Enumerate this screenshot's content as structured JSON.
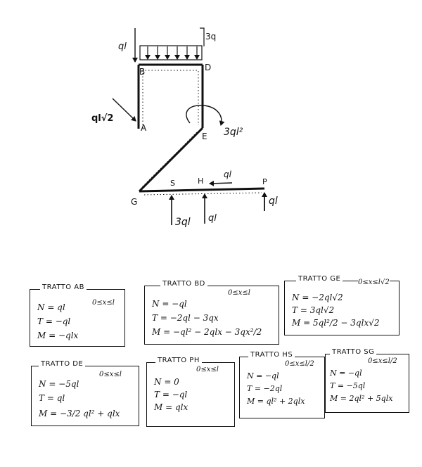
{
  "diagram": {
    "nodes": {
      "A": "A",
      "B": "B",
      "D": "D",
      "E": "E",
      "G": "G",
      "S": "S",
      "H": "H",
      "P": "P"
    },
    "loads": {
      "distributed_left": "ql",
      "distributed_resultant": "3q",
      "inclined_force": "ql√2",
      "moment": "3ql²",
      "force_H": "ql",
      "force_P": "ql",
      "reaction_S": "3ql",
      "reaction_H": "ql"
    }
  },
  "sections": [
    {
      "title": "TRATTO AB",
      "range": "0≤x≤l",
      "N": "N = ql",
      "T": "T = −ql",
      "M": "M = −qlx"
    },
    {
      "title": "TRATTO BD",
      "range": "0≤x≤l",
      "N": "N = −ql",
      "T": "T = −2ql − 3qx",
      "M": "M = −ql² − 2qlx − 3qx²/2"
    },
    {
      "title": "TRATTO GE",
      "range": "0≤x≤l√2",
      "N": "N = −2ql√2",
      "T": "T = 3ql√2",
      "M": "M = 5ql²/2 − 3qlx√2"
    },
    {
      "title": "TRATTO DE",
      "range": "0≤x≤l",
      "N": "N = −5ql",
      "T": "T = ql",
      "M": "M = −3/2 ql² + qlx"
    },
    {
      "title": "TRATTO PH",
      "range": "0≤x≤l",
      "N": "N = 0",
      "T": "T = −ql",
      "M": "M = qlx"
    },
    {
      "title": "TRATTO HS",
      "range": "0≤x≤l/2",
      "N": "N = −ql",
      "T": "T = −2ql",
      "M": "M = ql² + 2qlx"
    },
    {
      "title": "TRATTO SG",
      "range": "0≤x≤l/2",
      "N": "N = −ql",
      "T": "T = −5ql",
      "M": "M = 2ql² + 5qlx"
    }
  ]
}
